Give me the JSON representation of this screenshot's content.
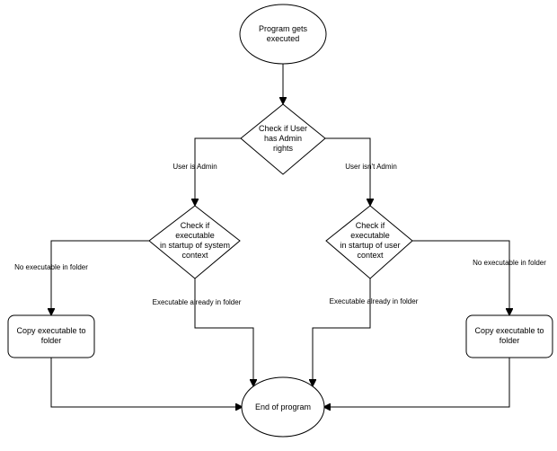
{
  "diagram": {
    "nodes": {
      "start": [
        "Program gets",
        "executed"
      ],
      "check_admin": [
        "Check if User",
        "has Admin",
        "rights"
      ],
      "check_system": [
        "Check if",
        "executable",
        "in startup of system",
        "context"
      ],
      "check_user": [
        "Check if",
        "executable",
        "in startup of user",
        "context"
      ],
      "copy_left": [
        "Copy executable to",
        "folder"
      ],
      "copy_right": [
        "Copy executable to",
        "folder"
      ],
      "end": [
        "End of program"
      ]
    },
    "edge_labels": {
      "user_is_admin": "User is Admin",
      "user_isnt_admin": "User isn't Admin",
      "no_exe_left": "No executable in folder",
      "no_exe_right": "No executable in folder",
      "exe_already_left": "Executable already in folder",
      "exe_already_right": "Executable already in folder"
    }
  }
}
